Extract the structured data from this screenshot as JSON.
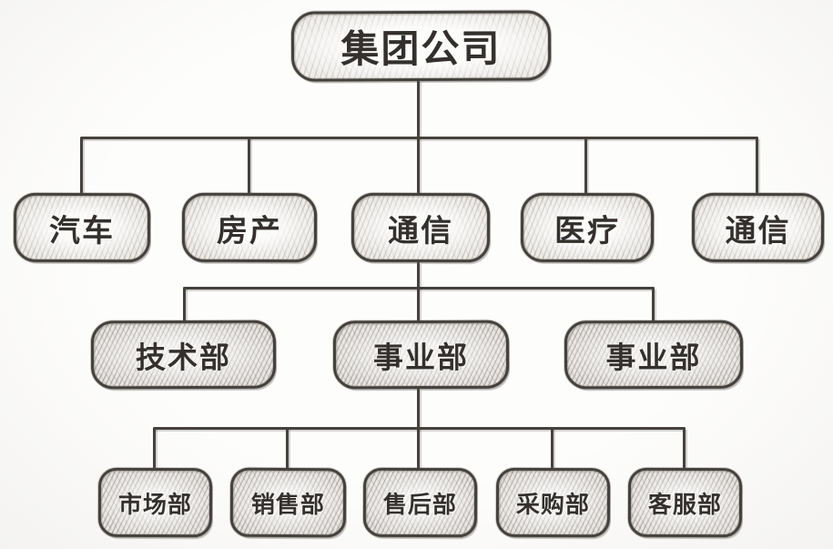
{
  "colors": {
    "ink": "#45413d",
    "paper": "#fbfafa",
    "node_fill": "#efedea"
  },
  "diagram_type": "org-chart-hand-drawn",
  "org": {
    "root": {
      "label": "集团公司"
    },
    "divisions": [
      {
        "label": "汽车"
      },
      {
        "label": "房产"
      },
      {
        "label": "通信"
      },
      {
        "label": "医疗"
      },
      {
        "label": "通信"
      }
    ],
    "departments": [
      {
        "label": "技术部"
      },
      {
        "label": "事业部"
      },
      {
        "label": "事业部"
      }
    ],
    "subdepartments": [
      {
        "label": "市场部"
      },
      {
        "label": "销售部"
      },
      {
        "label": "售后部"
      },
      {
        "label": "采购部"
      },
      {
        "label": "客服部"
      }
    ],
    "edges": [
      {
        "from": "集团公司",
        "to": [
          "汽车",
          "房产",
          "通信",
          "医疗",
          "通信"
        ]
      },
      {
        "from": "通信",
        "to": [
          "技术部",
          "事业部",
          "事业部"
        ]
      },
      {
        "from": "事业部",
        "to": [
          "市场部",
          "销售部",
          "售后部",
          "采购部",
          "客服部"
        ]
      }
    ]
  }
}
